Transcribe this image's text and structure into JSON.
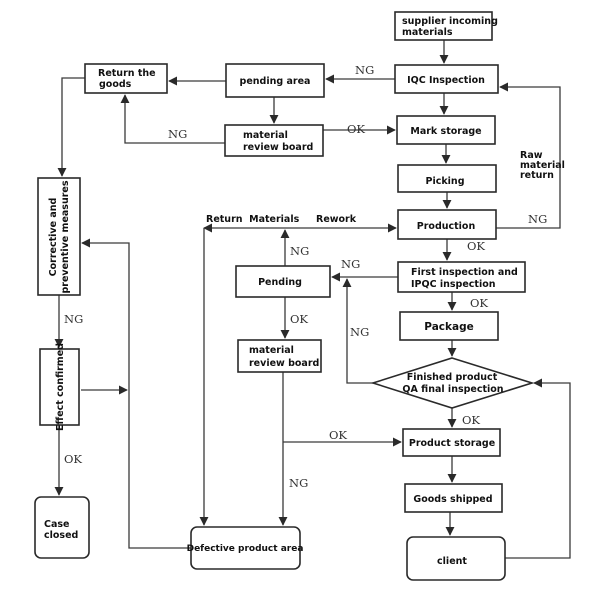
{
  "diagram": {
    "nodes": {
      "supplier": [
        "supplier incoming",
        "materials"
      ],
      "iqc": [
        "IQC Inspection"
      ],
      "pending_area": [
        "pending area"
      ],
      "return_goods": [
        "Return the",
        "goods"
      ],
      "mrb_top": [
        "material",
        "review board"
      ],
      "mark_storage": [
        "Mark storage"
      ],
      "picking": [
        "Picking"
      ],
      "production": [
        "Production"
      ],
      "first_inspection": [
        "First inspection and",
        "IPQC inspection"
      ],
      "package": [
        "Package"
      ],
      "qa_final": [
        "Finished product",
        "QA final inspection"
      ],
      "product_storage": [
        "Product storage"
      ],
      "goods_shipped": [
        "Goods shipped"
      ],
      "client": [
        "client"
      ],
      "pending": [
        "Pending"
      ],
      "mrb_mid": [
        "material",
        "review board"
      ],
      "defective_area": [
        "Defective product area"
      ],
      "corrective": [
        "Corrective and",
        "preventive measures"
      ],
      "effect_confirmed": [
        "Effect confirmed"
      ],
      "case_closed": [
        "Case",
        "closed"
      ]
    },
    "labels": {
      "iqc_to_pending_ng": "NG",
      "mrb_top_ng": "NG",
      "mrb_top_ok": "OK",
      "raw_material_return": [
        "Raw",
        "material",
        "return"
      ],
      "production_ng": "NG",
      "production_ok": "OK",
      "return_materials": "Return  Materials",
      "rework": "Rework",
      "pending_up_ng": "NG",
      "first_insp_ng": "NG",
      "first_insp_ok": "OK",
      "qa_ng": "NG",
      "qa_ok": "OK",
      "pending_ok": "OK",
      "mrb_mid_ok": "OK",
      "mrb_mid_ng": "NG",
      "corrective_ng": "NG",
      "effect_ok": "OK"
    }
  }
}
